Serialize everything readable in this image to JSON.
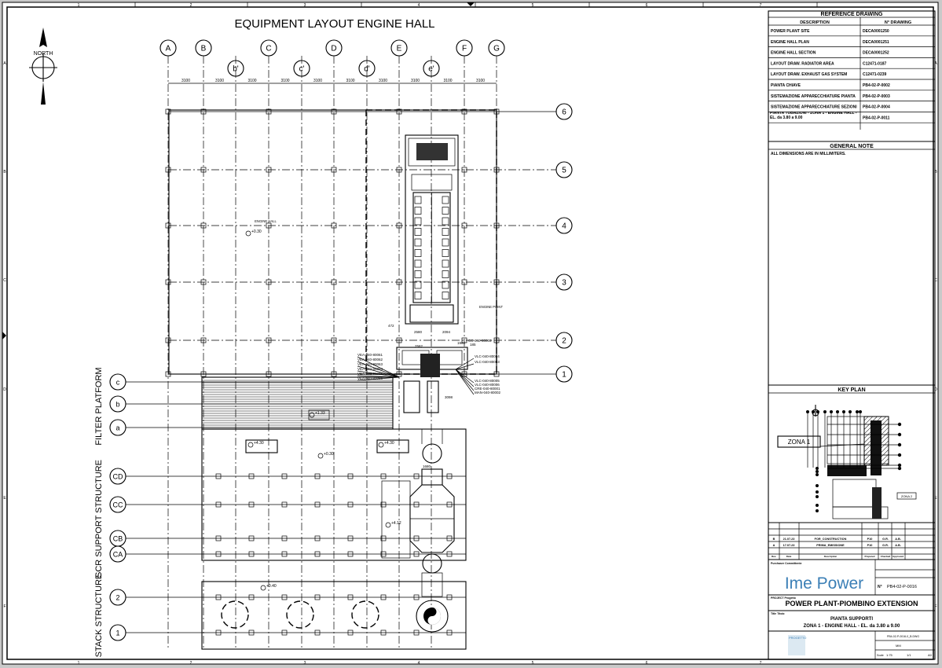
{
  "drawing": {
    "title": "EQUIPMENT LAYOUT ENGINE HALL",
    "north_label": "NORTH",
    "frame_numbers": [
      "1",
      "2",
      "3",
      "4",
      "5",
      "6",
      "7"
    ],
    "frame_letters": [
      "A",
      "B",
      "C",
      "D",
      "E",
      "F"
    ],
    "column_grid": [
      "A",
      "B",
      "b'",
      "C",
      "c'",
      "D",
      "d'",
      "E",
      "e'",
      "F",
      "G"
    ],
    "column_spacing": "3100",
    "row_grid": [
      "6",
      "5",
      "4",
      "3",
      "2",
      "1"
    ],
    "room_label": "ENGINE HALL",
    "engine_label": "ENGINE POINT",
    "elevations": [
      "+0.30",
      "+1.33",
      "+4.30",
      "+4.30",
      "+0.30",
      "+4.12",
      "+0.40"
    ],
    "sections": [
      {
        "label": "FILTER PLATFORM",
        "rows": [
          "c",
          "b",
          "a"
        ]
      },
      {
        "label": "SCR SUPPORT STRUCTURE",
        "rows": [
          "CD",
          "CC",
          "CB",
          "CA"
        ]
      },
      {
        "label": "STACK STRUCTURE",
        "rows": [
          "2",
          "1"
        ]
      }
    ],
    "tags_left": [
      "VEA-040-80061",
      "VEA-040-80062",
      "VEA-040-80063",
      "VEA-040-80064",
      "VEA-040-80065",
      "VEA-040-80066"
    ],
    "tags_right": [
      "VLC-040-80004",
      "VLC-040-80003",
      "VLC-040-80005",
      "VLC-040-80006",
      "CRE-040-80001",
      "MAN-040-80002"
    ],
    "tag_cc": "CC-040-80005",
    "dimensions": [
      "472",
      "2580",
      "2094",
      "2582",
      "1964",
      "185",
      "3098",
      "1680"
    ]
  },
  "reference": {
    "title": "REFERENCE DRAWING",
    "col_desc": "DESCRIPTION",
    "col_num": "N° DRAWING",
    "rows": [
      {
        "desc": "POWER PLANT SITE",
        "num": "DECA0001250"
      },
      {
        "desc": "ENGINE HALL PLAN",
        "num": "DECA0001251"
      },
      {
        "desc": "ENGINE HALL SECTION",
        "num": "DECA0001252"
      },
      {
        "desc": "LAYOUT DRAW. RADIATOR AREA",
        "num": "C12471-0187"
      },
      {
        "desc": "LAYOUT DRAW. EXHAUST GAS SYSTEM",
        "num": "C12471-0239"
      },
      {
        "desc": "PIANTA CHIAVE",
        "num": "PB4-02-P-0002"
      },
      {
        "desc": "SISTEMAZIONE APPARECCHIATURE PIANTA",
        "num": "PB4-02-P-0003"
      },
      {
        "desc": "SISTEMAZIONE APPARECCHIATURE SEZIONI",
        "num": "PB4-02-P-0004"
      },
      {
        "desc": "PIANTA TUBAZIONI - ZONA 1 - ENGINE HALL - EL. da 3.80 a 9.00",
        "num": "PB4-02-P-0011"
      }
    ]
  },
  "general_note": {
    "title": "GENERAL NOTE",
    "text": "ALL DIMENSIONS ARE IN MILLIMITERS."
  },
  "key_plan": {
    "title": "KEY PLAN",
    "zona1": "ZONA 1",
    "zona2": "ZONA 2"
  },
  "revisions": [
    {
      "rev": "B",
      "date": "21.07.23",
      "desc": "FOR_CONSTRUCTION",
      "by": "P10",
      "chk": "G.R.",
      "app": "A.B."
    },
    {
      "rev": "A",
      "date": "17.07.23",
      "desc": "PRIMA_EMISSIONE",
      "by": "P10",
      "chk": "G.R.",
      "app": "A.B."
    }
  ],
  "rev_header": {
    "rev": "Rev.",
    "date": "Date",
    "desc": "Description",
    "by": "Prepared",
    "chk": "Checked",
    "app": "Approved"
  },
  "title_block": {
    "purchaser": "Purchaser Committente",
    "logo": "Ime Power",
    "drawing_no_label": "N°",
    "drawing_no": "PB4-02-P-0016",
    "project_label": "PROJECT Progetto",
    "project": "POWER PLANT-PIOMBINO EXTENSION",
    "title_label": "Title Titolo",
    "title_line1": "PIANTA SUPPORTI",
    "title_line2": "ZONA 1 - ENGINE HALL - EL. da 3.80 a 9.00",
    "designer": "PROGETTO",
    "file_no": "PB4-02-P-0016-0_B.DWG",
    "scale_label": "Scale",
    "scale": "1:75",
    "sheet": "1/1",
    "format": "A0",
    "units": "MM"
  }
}
